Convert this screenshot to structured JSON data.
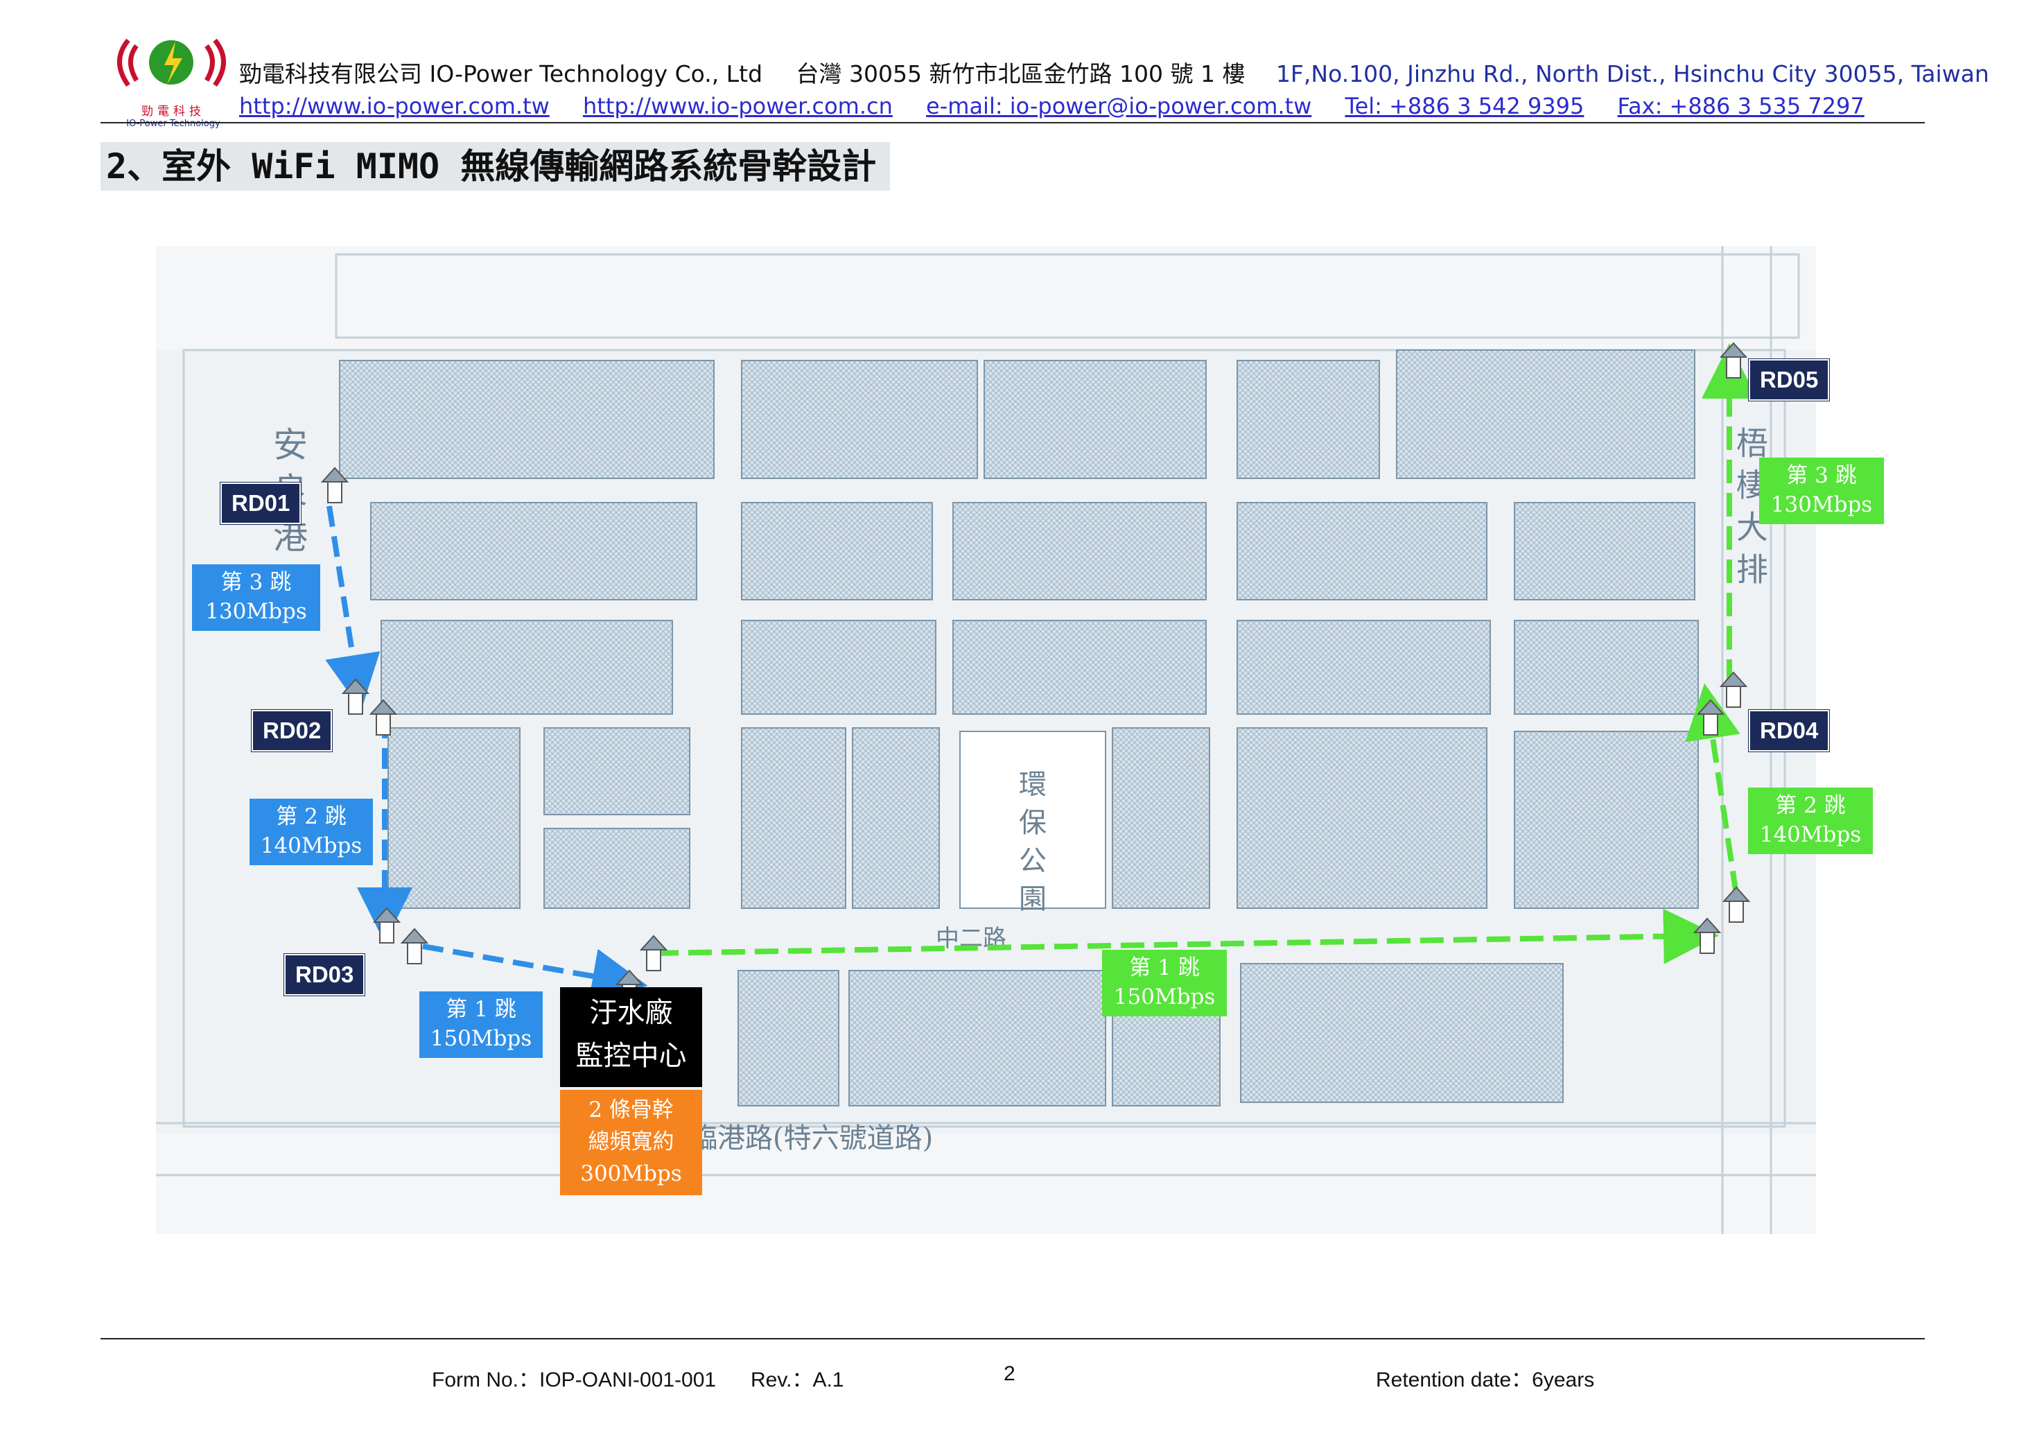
{
  "header": {
    "logo_text": "勁電科技",
    "logo_subtext": "IO-Power Technology",
    "company": "勁電科技有限公司 IO-Power Technology Co., Ltd",
    "address_zh": "台灣 30055 新竹市北區金竹路 100 號 1 樓",
    "address_en": "1F,No.100, Jinzhu Rd., North Dist., Hsinchu City 30055, Taiwan",
    "url_tw": "http://www.io-power.com.tw",
    "url_cn": "http://www.io-power.com.cn",
    "email": "e-mail: io-power@io-power.com.tw",
    "tel": "Tel: +886 3 542 9395",
    "fax": "Fax: +886 3 535 7297"
  },
  "section_title": "2、室外 WiFi MIMO 無線傳輸網路系統骨幹設計",
  "map": {
    "nodes": {
      "rd01": "RD01",
      "rd02": "RD02",
      "rd03": "RD03",
      "rd04": "RD04",
      "rd05": "RD05"
    },
    "hops_left": {
      "hop3": {
        "label": "第 3 跳",
        "rate": "130Mbps"
      },
      "hop2": {
        "label": "第 2 跳",
        "rate": "140Mbps"
      },
      "hop1": {
        "label": "第 1 跳",
        "rate": "150Mbps"
      }
    },
    "hops_right": {
      "hop3": {
        "label": "第 3 跳",
        "rate": "130Mbps"
      },
      "hop2": {
        "label": "第 2 跳",
        "rate": "140Mbps"
      },
      "hop1": {
        "label": "第 1 跳",
        "rate": "150Mbps"
      }
    },
    "center": {
      "line1": "汙水廠",
      "line2": "監控中心"
    },
    "backbone": {
      "line1": "2 條骨幹",
      "line2": "總頻寬約",
      "line3": "300Mbps"
    },
    "road_middle": "中二路",
    "road_bottom": "臨港路(特六號道路)",
    "park": "環保公園",
    "street_left": "安 良 港 大",
    "street_right": "梧 棲 大 排",
    "colors": {
      "blue": "#2f8fe8",
      "green": "#56e33a",
      "navy": "#1b2a58",
      "orange": "#f5841f",
      "black": "#000000"
    }
  },
  "footer": {
    "form": "Form No.：IOP-OANI-001-001",
    "rev": "Rev.：A.1",
    "page": "2",
    "retention": "Retention date：6years"
  }
}
